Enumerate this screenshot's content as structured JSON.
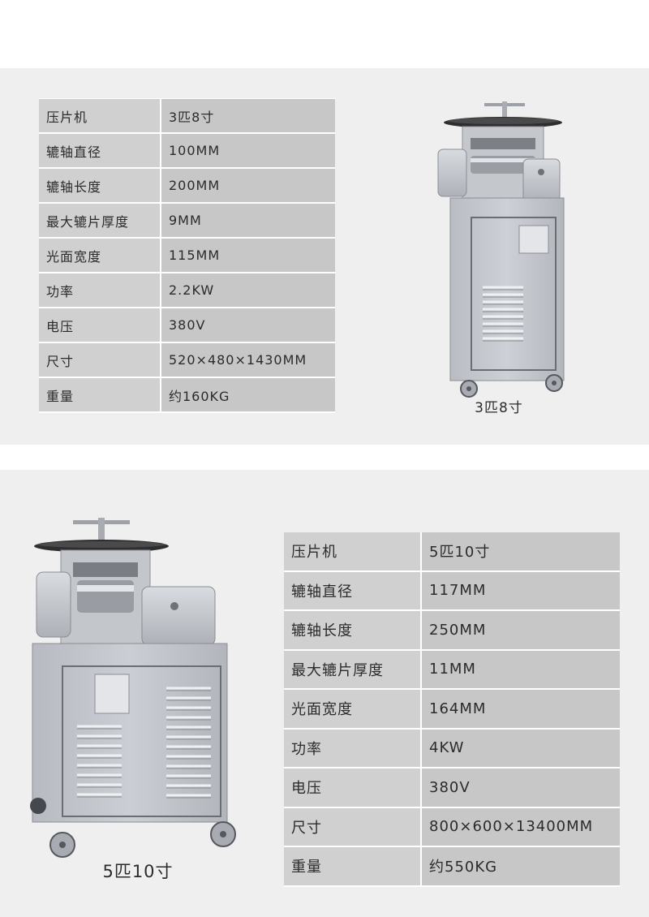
{
  "section1": {
    "caption": "3匹8寸",
    "rows": [
      {
        "label": "压片机",
        "value": "3匹8寸"
      },
      {
        "label": "辘轴直径",
        "value": "100MM"
      },
      {
        "label": "辘轴长度",
        "value": "200MM"
      },
      {
        "label": "最大辘片厚度",
        "value": "9MM"
      },
      {
        "label": "光面宽度",
        "value": "115MM"
      },
      {
        "label": "功率",
        "value": "2.2KW"
      },
      {
        "label": "电压",
        "value": "380V"
      },
      {
        "label": "尺寸",
        "value": "520×480×1430MM"
      },
      {
        "label": "重量",
        "value": "约160KG"
      }
    ]
  },
  "section2": {
    "caption": "5匹10寸",
    "rows": [
      {
        "label": "压片机",
        "value": "5匹10寸"
      },
      {
        "label": "辘轴直径",
        "value": "117MM"
      },
      {
        "label": "辘轴长度",
        "value": "250MM"
      },
      {
        "label": "最大辘片厚度",
        "value": "11MM"
      },
      {
        "label": "光面宽度",
        "value": "164MM"
      },
      {
        "label": "功率",
        "value": "4KW"
      },
      {
        "label": "电压",
        "value": "380V"
      },
      {
        "label": "尺寸",
        "value": "800×600×13400MM"
      },
      {
        "label": "重量",
        "value": "约550KG"
      }
    ]
  }
}
